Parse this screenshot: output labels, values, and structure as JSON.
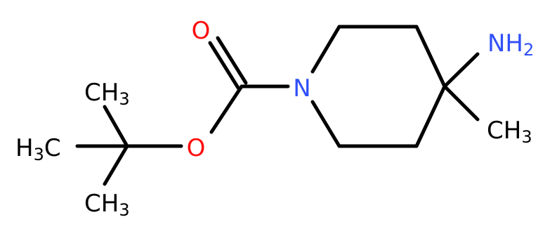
{
  "molecule": {
    "atoms": {
      "o_carbonyl": {
        "text": "O",
        "color": "#ff0d0d"
      },
      "o_ester": {
        "text": "O",
        "color": "#ff0d0d"
      },
      "n_ring": {
        "text": "N",
        "color": "#3050f8"
      },
      "nh2": {
        "text": "NH",
        "sub": "2",
        "color": "#3050f8"
      },
      "ch3_ring": {
        "text": "CH",
        "sub": "3",
        "color": "#000000"
      },
      "ch3_top": {
        "text": "CH",
        "sub": "3",
        "color": "#000000"
      },
      "h3c_left": {
        "pre": "H",
        "sub": "3",
        "text": "C",
        "color": "#000000"
      },
      "ch3_bottom": {
        "text": "CH",
        "sub": "3",
        "color": "#000000"
      }
    },
    "bond_color": "#000000"
  }
}
